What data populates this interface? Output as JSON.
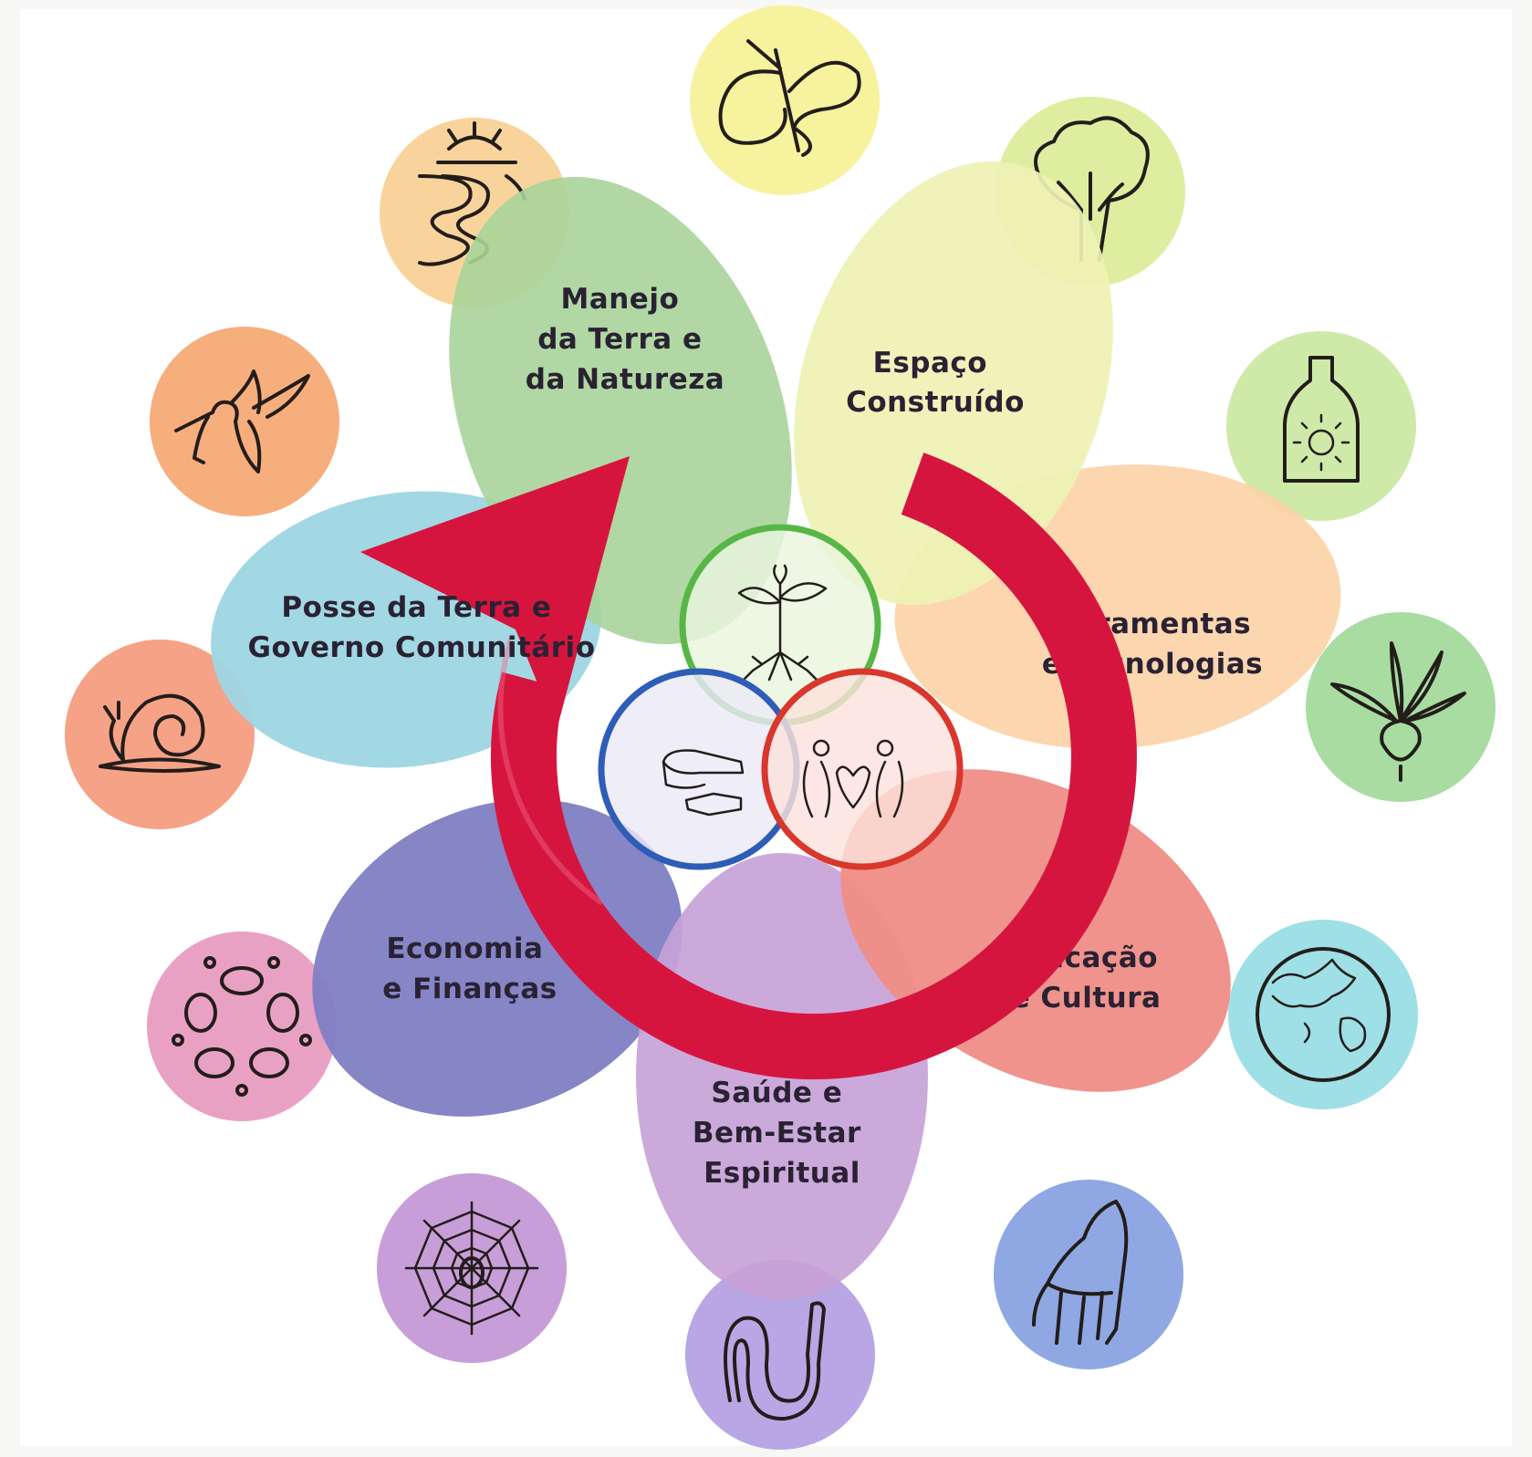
{
  "diagram": {
    "petals": [
      {
        "id": "land",
        "lines": [
          "Manejo",
          "da Terra e",
          "da Natureza"
        ],
        "color": "#a9d49a"
      },
      {
        "id": "built",
        "lines": [
          "Espaço",
          "Construído"
        ],
        "color": "#eef2b4"
      },
      {
        "id": "tools",
        "lines": [
          "Ferramentas",
          "e Tecnologias"
        ],
        "color": "#fcd3a8"
      },
      {
        "id": "edu",
        "lines": [
          "Educação",
          "e Cultura"
        ],
        "color": "#ef8d86"
      },
      {
        "id": "health",
        "lines": [
          "Saúde e",
          "Bem-Estar",
          "Espiritual"
        ],
        "color": "#c7a2d8"
      },
      {
        "id": "econ",
        "lines": [
          "Economia",
          "e Finanças"
        ],
        "color": "#7f7ec3"
      },
      {
        "id": "tenure",
        "lines": [
          "Posse da Terra e",
          "Governo Comunitário"
        ],
        "color": "#9dd6e3"
      }
    ],
    "outer_circles": [
      {
        "icon": "sunrise-path-icon",
        "color": "#f8d49c"
      },
      {
        "icon": "butterfly-icon",
        "color": "#f6f29e"
      },
      {
        "icon": "tree-icon",
        "color": "#deeda0"
      },
      {
        "icon": "bottle-sun-icon",
        "color": "#cfe9a9"
      },
      {
        "icon": "beet-plant-icon",
        "color": "#a8dca1"
      },
      {
        "icon": "globe-icon",
        "color": "#9fdfe6"
      },
      {
        "icon": "horse-icon",
        "color": "#8fa8e3"
      },
      {
        "icon": "worm-icon",
        "color": "#b8a7e4"
      },
      {
        "icon": "spider-web-icon",
        "color": "#c89ed9"
      },
      {
        "icon": "circle-of-people-icon",
        "color": "#e9a1c3"
      },
      {
        "icon": "snail-icon",
        "color": "#f5a287"
      },
      {
        "icon": "hummingbird-icon",
        "color": "#f7ae7d"
      }
    ],
    "center": {
      "arrow_color": "#d6153f",
      "circles": [
        {
          "icon": "seedling-roots-icon",
          "ring": "#57b646",
          "fill": "#e9f5de"
        },
        {
          "icon": "hands-icon",
          "ring": "#2e5db8",
          "fill": "#ece9f6"
        },
        {
          "icon": "people-heart-icon",
          "ring": "#d9362c",
          "fill": "#fbe2dc"
        }
      ]
    }
  }
}
